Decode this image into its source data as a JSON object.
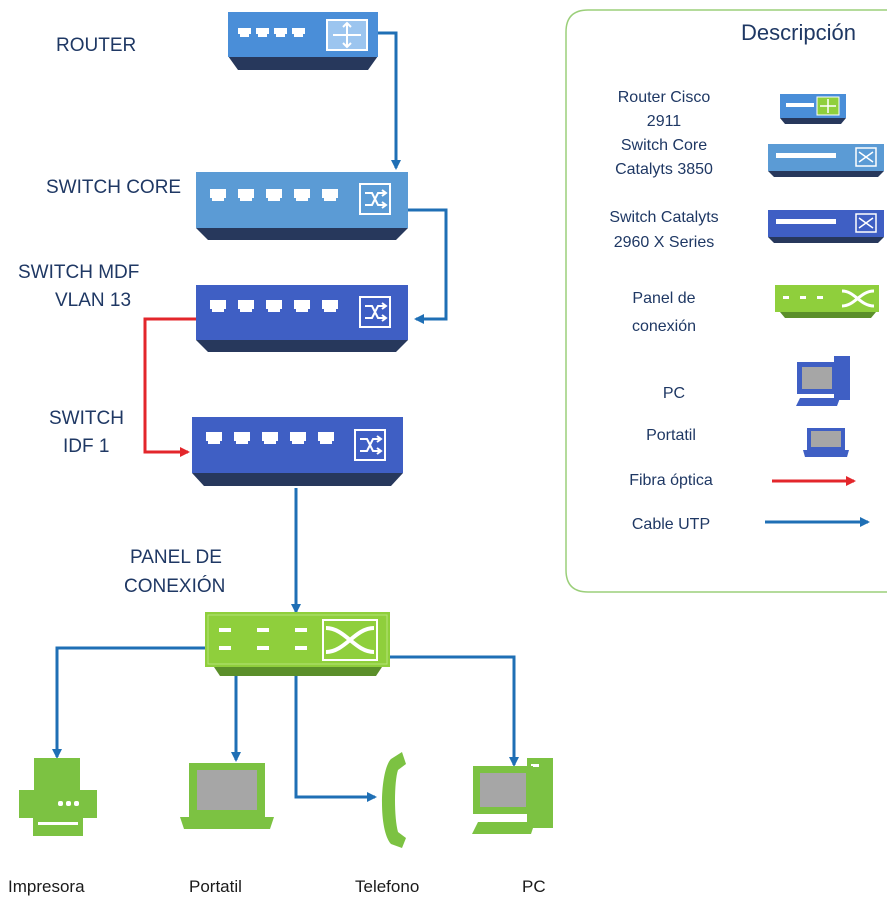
{
  "colors": {
    "router_blue": "#4a8ed8",
    "core_blue": "#5b9bd5",
    "idf_blue": "#3f5fc4",
    "patch_green": "#8fcf3c",
    "utp_blue": "#1f6fb5",
    "fiber_red": "#e3262b",
    "legend_border": "#9bcf7a"
  },
  "labels": {
    "router": "ROUTER",
    "switch_core": "SWITCH CORE",
    "switch_mdf": [
      "SWITCH MDF",
      "VLAN 13"
    ],
    "switch_idf": [
      "SWITCH",
      "IDF 1"
    ],
    "panel": [
      "PANEL DE",
      "CONEXIÓN"
    ],
    "endpoints": [
      "Impresora",
      "Portatil",
      "Telefono",
      "PC"
    ]
  },
  "legend": {
    "title": "Descripción",
    "router": [
      "Router Cisco",
      "2911"
    ],
    "switch_core": [
      "Switch Core",
      "Catalyts 3850"
    ],
    "switch_access": [
      "Switch Catalyts",
      "2960 X Series"
    ],
    "panel": [
      "Panel de",
      "conexión"
    ],
    "pc": "PC",
    "laptop": "Portatil",
    "fiber": "Fibra óptica",
    "utp": "Cable UTP"
  },
  "icons": [
    "router-icon",
    "switch-icon",
    "patch-panel-icon",
    "printer-icon",
    "laptop-icon",
    "phone-icon",
    "pc-icon"
  ]
}
